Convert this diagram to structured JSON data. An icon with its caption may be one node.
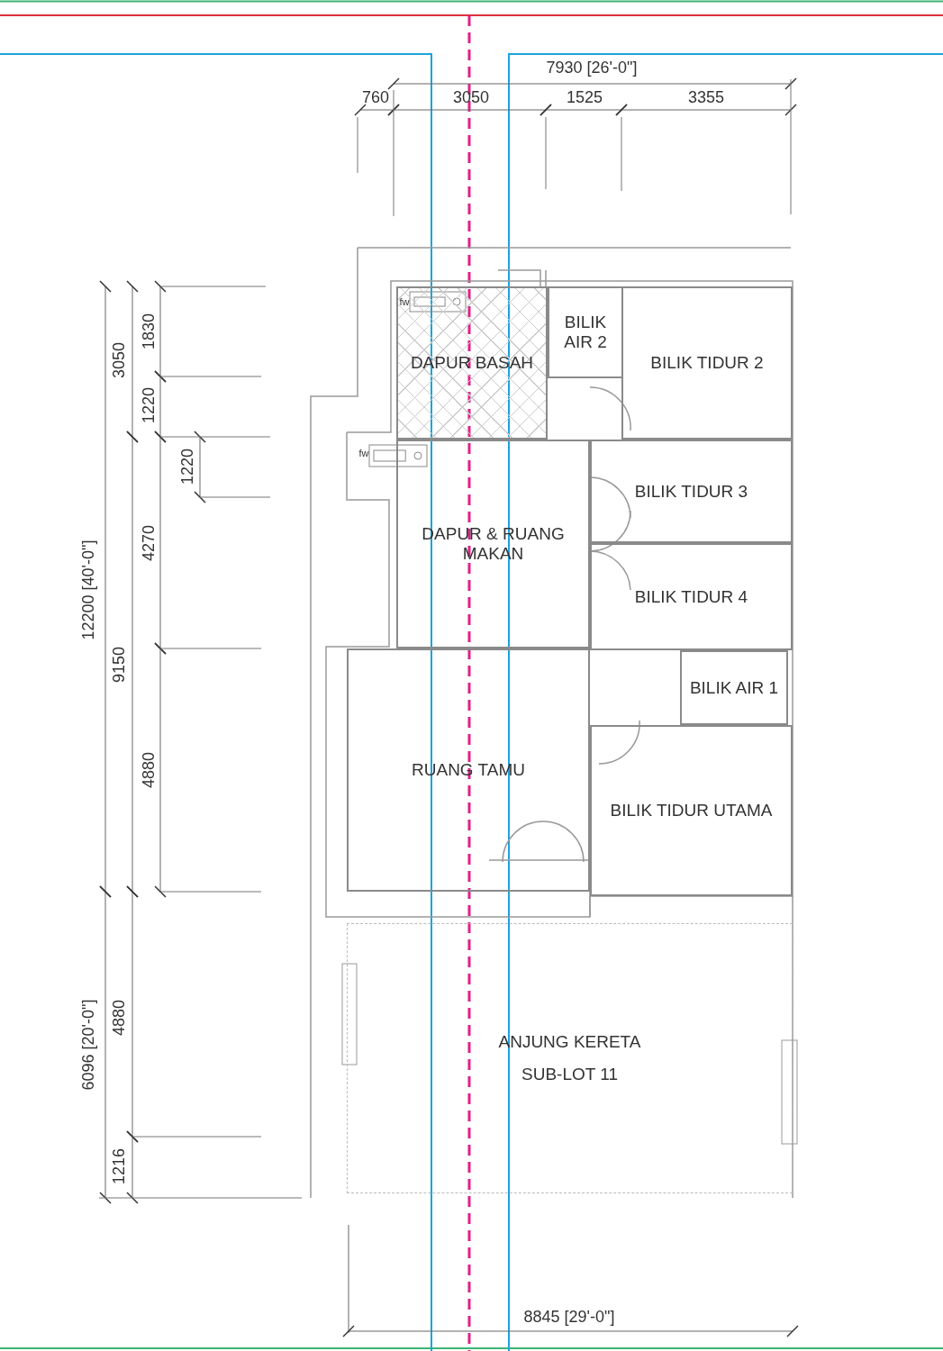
{
  "diagram": {
    "nodes": [
      {
        "text": [
          "DAPUR BASAH"
        ]
      },
      {
        "text": [
          "BILIK AIR 2"
        ]
      },
      {
        "text": [
          "BILIK TIDUR 2"
        ]
      },
      {
        "text": [
          "DAPUR & RUANG MAKAN"
        ]
      },
      {
        "text": [
          "BILIK TIDUR 3"
        ]
      },
      {
        "text": [
          "BILIK TIDUR 4"
        ]
      },
      {
        "text": [
          "BILIK AIR 1"
        ]
      },
      {
        "text": [
          "RUANG TAMU"
        ]
      },
      {
        "text": [
          "BILIK TIDUR UTAMA"
        ]
      },
      {
        "text": [
          "ANJUNG KERETA",
          "SUB-LOT 11"
        ]
      }
    ],
    "labels": [
      "7930 [26'-0\"]",
      "760",
      "3050",
      "1525",
      "3355",
      "3050",
      "1830",
      "1220",
      "1220",
      "12200 [40'-0\"]",
      "4270",
      "9150",
      "4880",
      "6096 [20'-0\"]",
      "4880",
      "1216",
      "8845 [29'-0\"]",
      "fw",
      "fw"
    ]
  }
}
